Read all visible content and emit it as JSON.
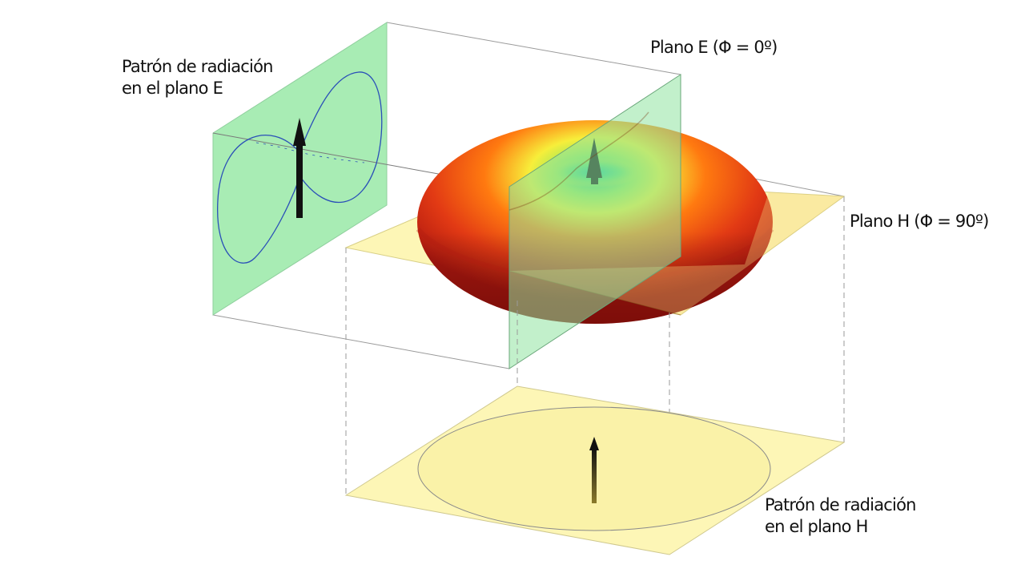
{
  "labels": {
    "e_pattern_line1": "Patrón de radiación",
    "e_pattern_line2": "en el plano E",
    "e_plane": "Plano E (Φ = 0º)",
    "h_plane": "Plano H (Φ = 90º)",
    "h_pattern_line1": "Patrón de radiación",
    "h_pattern_line2": "en el plano H"
  },
  "colors": {
    "e_plane_fill": "#a8ecb4",
    "h_plane_fill": "#fdf6b6",
    "pattern_curve": "#2a4fb8",
    "torus_hot": "#c81e12",
    "torus_warm": "#ff7a10",
    "torus_yellow": "#f7ee3a",
    "torus_center": "#2ec98c",
    "frame_lines": "#9a9a9a",
    "dipole_arrow": "#111111"
  },
  "icons": [
    "dipole-arrow-icon"
  ]
}
